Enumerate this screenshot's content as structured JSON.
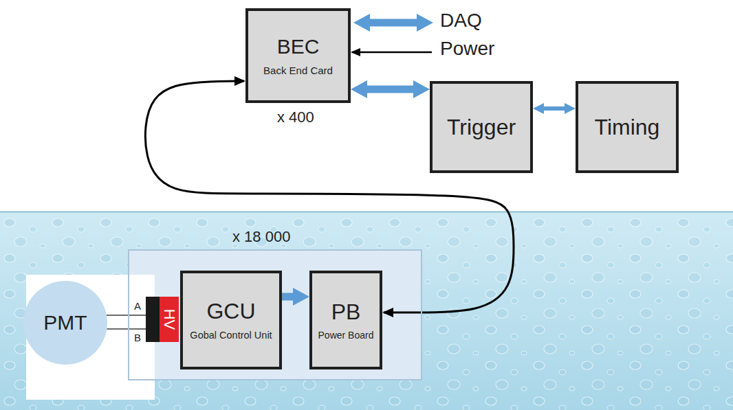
{
  "diagram": {
    "nodes": [
      {
        "text": [
          "BEC",
          "Back End Card",
          "x 400"
        ]
      },
      {
        "text": [
          "Trigger"
        ]
      },
      {
        "text": [
          "Timing"
        ]
      },
      {
        "text": [
          "x 18 000"
        ]
      },
      {
        "text": [
          "PMT"
        ]
      },
      {
        "text": [
          "HV"
        ],
        "in": 3
      },
      {
        "text": [
          "GCU",
          "Gobal Control Unit"
        ],
        "in": 3
      },
      {
        "text": [
          "PB",
          "Power Board"
        ],
        "in": 3
      }
    ],
    "edges": [
      {
        "from": 0,
        "to": 1,
        "arrow": "both"
      },
      {
        "from": 1,
        "to": 2,
        "arrow": "both"
      },
      {
        "from": 6,
        "to": 7,
        "arrow": "to"
      },
      {
        "from": 0,
        "to": 7,
        "arrow": "both"
      },
      {
        "from": 4,
        "to": 5,
        "label": "A",
        "arrow": "none"
      },
      {
        "from": 4,
        "to": 5,
        "label": "B",
        "arrow": "none"
      }
    ],
    "labels": [
      "DAQ",
      "Power"
    ]
  }
}
